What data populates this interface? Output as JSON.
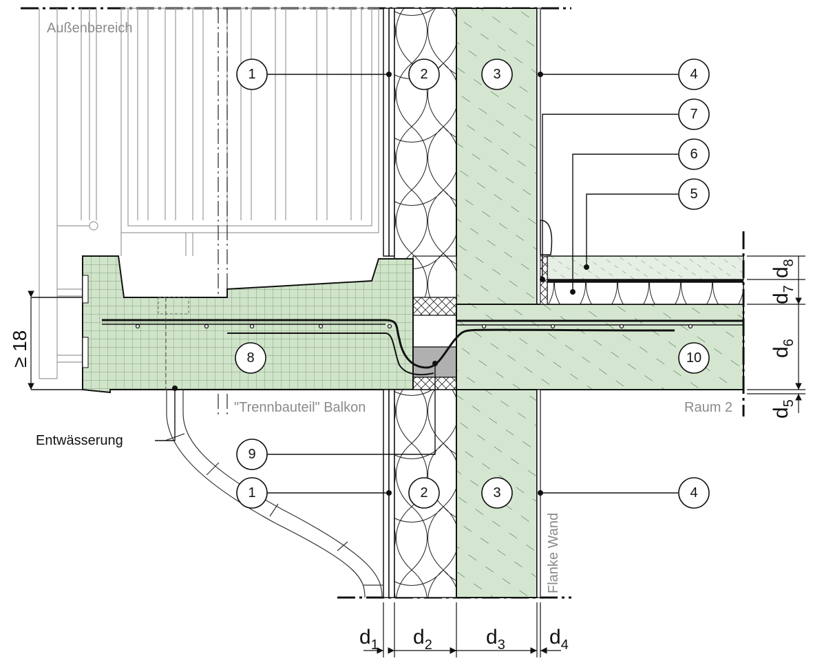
{
  "labels": {
    "aussen": "Außenbereich",
    "trennbauteil": "\"Trennbauteil\" Balkon",
    "raum2": "Raum 2",
    "flanke": "Flanke Wand",
    "entwaesserung": "Entwässerung",
    "height": "≥ 18"
  },
  "dims": {
    "d1": {
      "base": "d",
      "sub": "1"
    },
    "d2": {
      "base": "d",
      "sub": "2"
    },
    "d3": {
      "base": "d",
      "sub": "3"
    },
    "d4": {
      "base": "d",
      "sub": "4"
    },
    "d5": {
      "base": "d",
      "sub": "5"
    },
    "d6": {
      "base": "d",
      "sub": "6"
    },
    "d7": {
      "base": "d",
      "sub": "7"
    },
    "d8": {
      "base": "d",
      "sub": "8"
    }
  },
  "callouts": {
    "c1_top": "1",
    "c2_top": "2",
    "c3_top": "3",
    "c4_top": "4",
    "c7": "7",
    "c6": "6",
    "c5": "5",
    "c8": "8",
    "c10": "10",
    "c9": "9",
    "c1_bot": "1",
    "c2_bot": "2",
    "c3_bot": "3",
    "c4_bot": "4"
  },
  "colors": {
    "concrete": "#d4e6d0",
    "balcony": "#cfe4c8",
    "hatch": "#3c5a3c",
    "seal": "#b0b0b0",
    "grey_text": "#8a8a8a"
  }
}
